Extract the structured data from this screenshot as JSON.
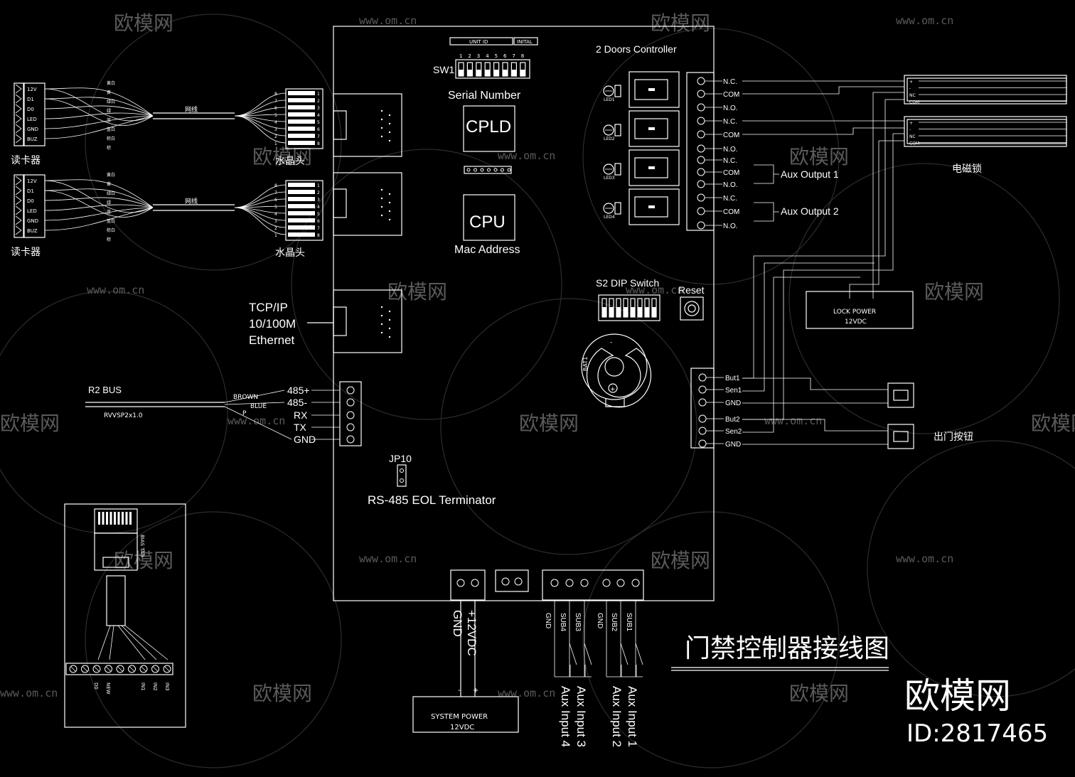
{
  "title": "门禁控制器接线图",
  "watermark": {
    "brand": "欧模网",
    "url": "www.om.cn",
    "id": "ID:2817465"
  },
  "controller": {
    "heading": "2 Doors Controller",
    "unit_id": "UNIT ID",
    "inital": "INITAL",
    "sw1": "SW1",
    "sw1_numbers": [
      "1",
      "2",
      "3",
      "4",
      "5",
      "6",
      "7",
      "8"
    ],
    "serial_number": "Serial Number",
    "cpld": "CPLD",
    "cpu": "CPU",
    "mac_address": "Mac Address",
    "s2_dip": "S2 DIP Switch",
    "reset": "Reset",
    "jp10": "JP10",
    "eol": "RS-485 EOL Terminator",
    "battery": "BAT1"
  },
  "ethernet": {
    "line1": "TCP/IP",
    "line2": "10/100M",
    "line3": "Ethernet"
  },
  "rs485": {
    "pins": [
      "485+",
      "485-",
      "RX",
      "TX",
      "GND"
    ],
    "bus_label": "R2 BUS",
    "cable": "RVVSP2x1.0",
    "wire_brown": "BROWN",
    "wire_blue": "BLUE",
    "wire_p": "P"
  },
  "readers": [
    {
      "label": "读卡器",
      "pins": [
        "12V",
        "D1",
        "D0",
        "LED",
        "GND",
        "BUZ"
      ],
      "cable": "网线",
      "wire_labels": [
        "黄白",
        "黄",
        "绿白",
        "绿",
        "蓝",
        "蓝白",
        "棕白",
        "棕"
      ],
      "connector": "水晶头",
      "connector_pins": [
        "8",
        "7",
        "6",
        "5",
        "4",
        "3",
        "2",
        "1"
      ],
      "connector_nums": [
        "1",
        "2",
        "3",
        "4",
        "5",
        "6",
        "7",
        "8"
      ]
    },
    {
      "label": "读卡器",
      "pins": [
        "12V",
        "D1",
        "D0",
        "LED",
        "GND",
        "BUZ"
      ],
      "cable": "网线",
      "wire_labels": [
        "黄白",
        "黄",
        "绿白",
        "绿",
        "蓝",
        "蓝白",
        "棕白",
        "棕"
      ],
      "connector": "水晶头",
      "connector_pins": [
        "8",
        "7",
        "6",
        "5",
        "4",
        "3",
        "2",
        "1"
      ],
      "connector_nums": [
        "1",
        "2",
        "3",
        "4",
        "5",
        "6",
        "7",
        "8"
      ]
    }
  ],
  "leds": [
    "LED1",
    "LED2",
    "LED3",
    "LED4"
  ],
  "relay_terminals": [
    "N.C.",
    "COM",
    "N.O.",
    "N.C.",
    "COM",
    "N.O.",
    "N.C.",
    "COM",
    "N.O.",
    "N.C.",
    "COM",
    "N.O."
  ],
  "aux_outputs": [
    "Aux Output 1",
    "Aux Output 2"
  ],
  "lock": {
    "label": "电磁锁",
    "pins": [
      "+",
      "-",
      "NC",
      "COM"
    ],
    "power_label": "LOCK POWER",
    "power_voltage": "12VDC"
  },
  "door_inputs": {
    "terminals": [
      "But1",
      "Sen1",
      "GND",
      "But2",
      "Sen2",
      "GND"
    ],
    "exit_button": "出门按钮"
  },
  "power": {
    "gnd": "GND",
    "plus12": "+12VDC",
    "system_power": "SYSTEM POWER",
    "voltage": "12VDC",
    "minus": "-",
    "plus": "+"
  },
  "aux_inputs": {
    "terminals": [
      "GND",
      "SUB4",
      "SUB3",
      "GND",
      "SUB2",
      "SUB1"
    ],
    "labels": [
      "Aux Input 4",
      "Aux Input 3",
      "Aux Input 2",
      "Aux Input 1"
    ]
  },
  "detail_module": {
    "top_label": "BIAS TAB",
    "terminal_labels": [
      "D0",
      "NEW",
      "IN1",
      "IN2",
      "IN3"
    ]
  }
}
